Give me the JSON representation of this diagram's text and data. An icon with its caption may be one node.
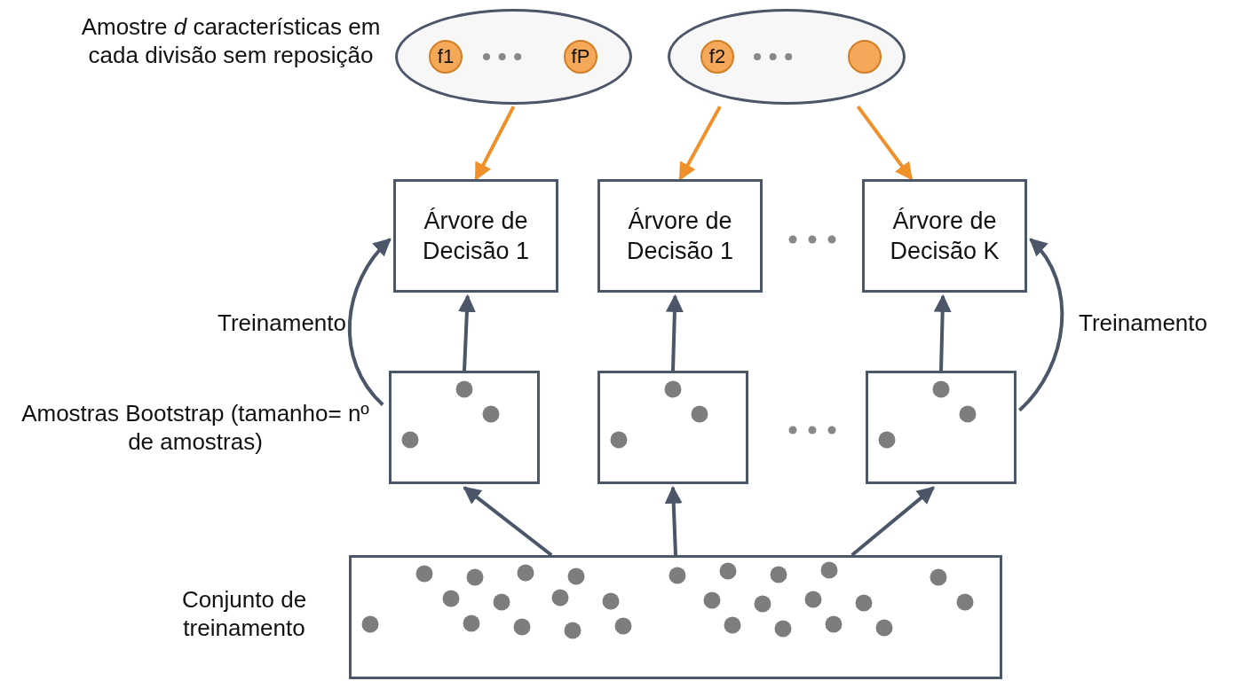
{
  "diagram": {
    "nodes": [
      {
        "text": [],
        "shape": "ellipse",
        "beside": [
          "Amostre *d* características em cada divisão sem reposição"
        ]
      },
      {
        "text": [
          "f1"
        ],
        "in": 0
      },
      {
        "text": [
          "fP"
        ],
        "in": 0
      },
      {
        "text": [],
        "shape": "ellipse"
      },
      {
        "text": [
          "f2"
        ],
        "in": 3
      },
      {
        "text": [],
        "shape": "circle",
        "in": 3
      },
      {
        "text": [
          "Árvore de Decisão 1"
        ]
      },
      {
        "text": [
          "Árvore de Decisão 1"
        ]
      },
      {
        "text": [
          "Árvore de Decisão K"
        ]
      },
      {
        "text": [],
        "shape": "box",
        "beside": [
          "Amostras Bootstrap (tamanho= nº de amostras)"
        ]
      },
      {
        "text": [],
        "shape": "box"
      },
      {
        "text": [],
        "shape": "box"
      },
      {
        "text": [],
        "shape": "box",
        "beside": [
          "Conjunto de treinamento"
        ]
      }
    ],
    "edges": [
      {
        "from": 0,
        "to": 6,
        "arrow": "to",
        "color": "#f0902a"
      },
      {
        "from": 3,
        "to": 7,
        "arrow": "to",
        "color": "#f0902a"
      },
      {
        "from": 3,
        "to": 8,
        "arrow": "to",
        "color": "#f0902a"
      },
      {
        "from": 9,
        "to": 6,
        "arrow": "to"
      },
      {
        "from": 10,
        "to": 7,
        "arrow": "to"
      },
      {
        "from": 11,
        "to": 8,
        "arrow": "to"
      },
      {
        "from": 9,
        "to": 6,
        "arrow": "to",
        "label": "Treinamento"
      },
      {
        "from": 11,
        "to": 8,
        "arrow": "to",
        "label": "Treinamento"
      },
      {
        "from": 12,
        "to": 9,
        "arrow": "to"
      },
      {
        "from": 12,
        "to": 10,
        "arrow": "to"
      },
      {
        "from": 12,
        "to": 11,
        "arrow": "to"
      }
    ]
  }
}
